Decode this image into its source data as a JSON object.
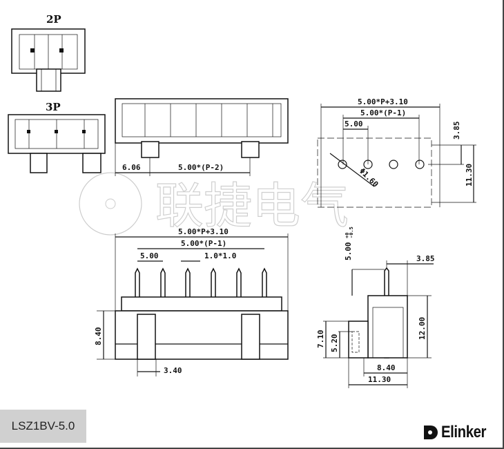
{
  "views": {
    "label_2p": "2P",
    "label_3p": "3P"
  },
  "top_view_dims": {
    "left_offset": "6.06",
    "pitch_span": "5.00*(P-2)"
  },
  "footprint_dims": {
    "overall": "5.00*P+3.10",
    "pitch_span": "5.00*(P-1)",
    "pitch": "5.00",
    "edge_offset": "3.85",
    "depth": "11.30",
    "hole_diameter": "Φ1.60"
  },
  "front_view_dims": {
    "overall": "5.00*P+3.10",
    "pitch_span": "5.00*(P-1)",
    "pitch": "5.00",
    "pin_section": "1.0*1.0",
    "height": "8.40",
    "pin_offset": "3.40"
  },
  "side_view_dims": {
    "pin_length": "5.00",
    "pin_tolerance_upper": "+0",
    "pin_tolerance_lower": "-0.5",
    "pin_offset": "3.85",
    "height": "12.00",
    "flange_height": "7.10",
    "slot_height": "5.20",
    "inner_width": "8.40",
    "total_width": "11.30"
  },
  "watermark": "联捷电气",
  "model": "LSZ1BV-5.0",
  "brand": "Elinker"
}
